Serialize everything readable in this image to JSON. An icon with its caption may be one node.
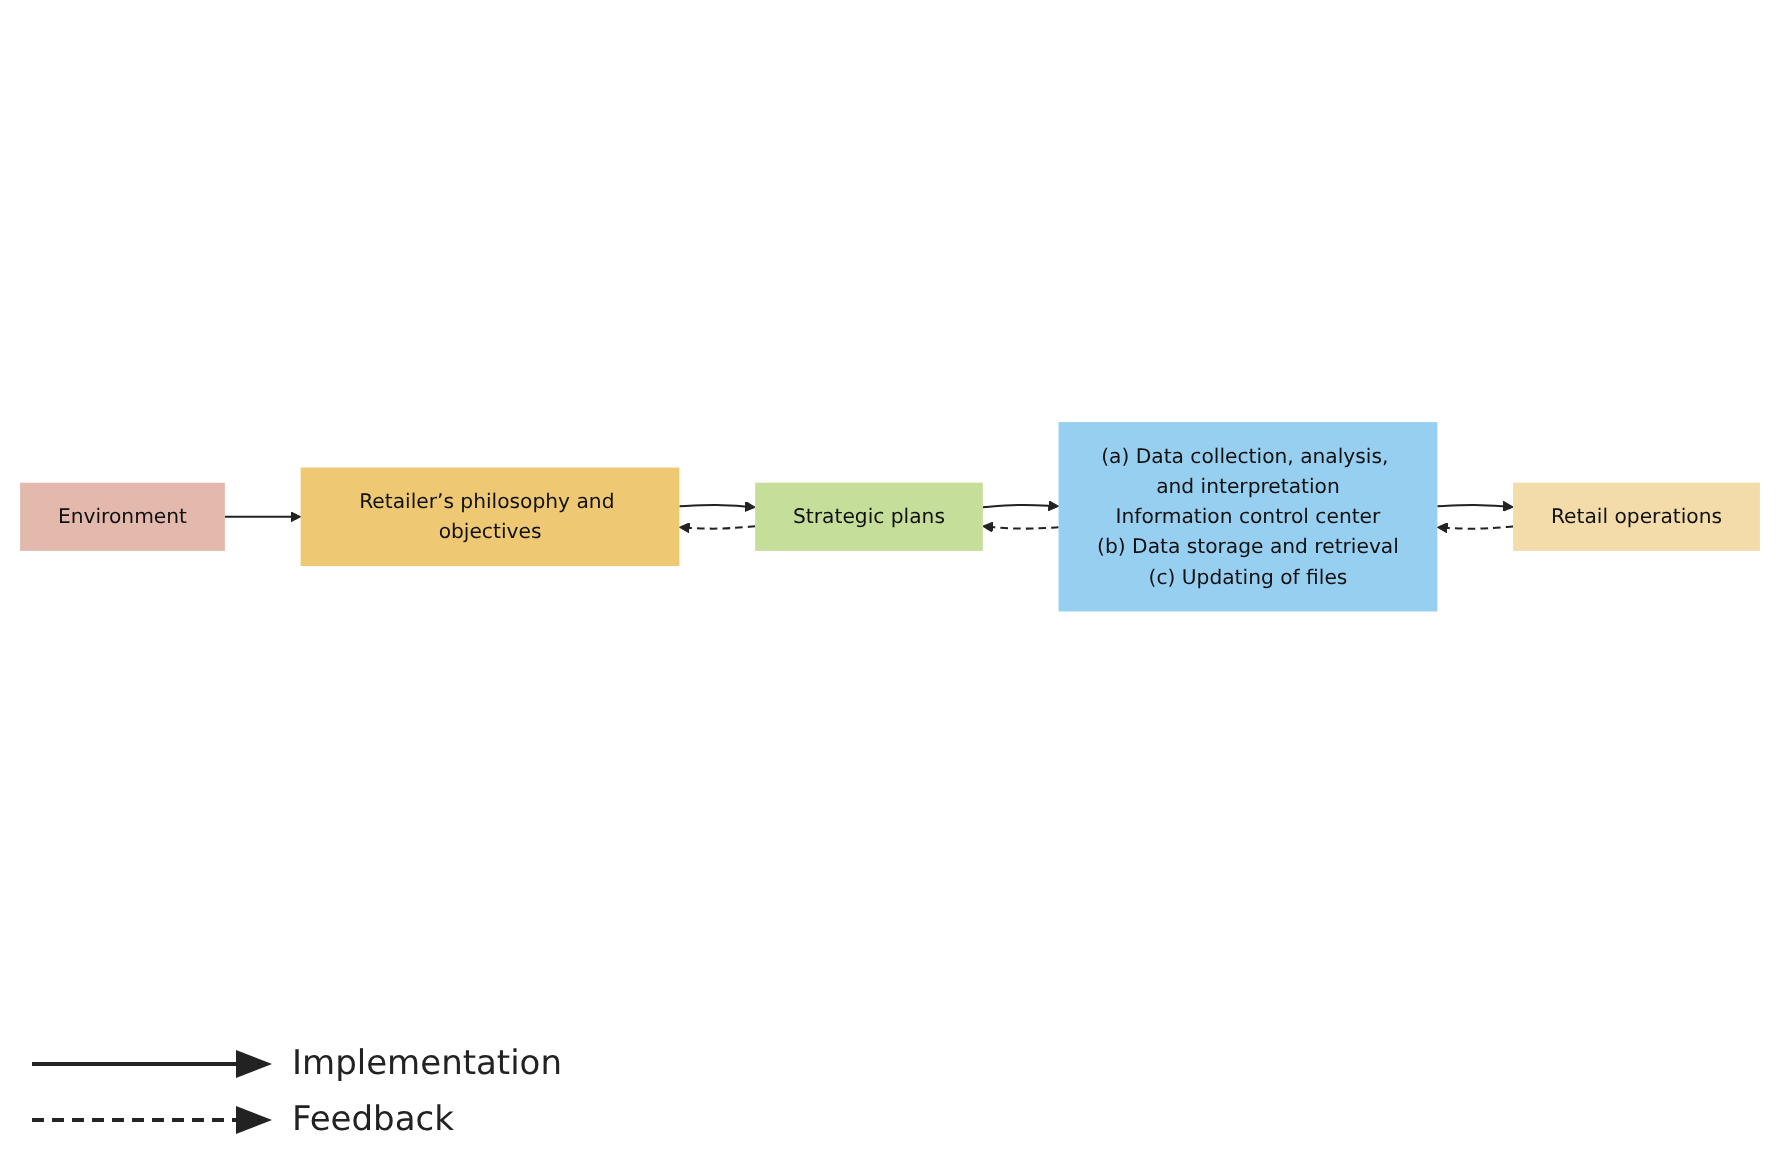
{
  "diagram": {
    "nodes": [
      {
        "text": [
          "Environment"
        ]
      },
      {
        "text": [
          "Retailer’s philosophy and objectives"
        ]
      },
      {
        "text": [
          "Strategic plans"
        ]
      },
      {
        "text": [
          "(a) Data collection, analysis, and interpretation",
          "Information control center",
          "(b) Data storage and retrieval",
          "(c) Updating of files"
        ]
      },
      {
        "text": [
          "Retail operations"
        ]
      }
    ],
    "edges": [
      {
        "from": 0,
        "to": 1,
        "arrow": "to"
      },
      {
        "from": 1,
        "to": 2,
        "arrow": "to"
      },
      {
        "from": 2,
        "to": 1,
        "arrow": "to",
        "style": "dashed"
      },
      {
        "from": 2,
        "to": 3,
        "arrow": "to"
      },
      {
        "from": 3,
        "to": 2,
        "arrow": "to",
        "style": "dashed"
      },
      {
        "from": 3,
        "to": 4,
        "arrow": "to"
      },
      {
        "from": 4,
        "to": 3,
        "arrow": "to",
        "style": "dashed"
      }
    ],
    "legend": [
      {
        "text": "Implementation"
      },
      {
        "text": "Feedback"
      }
    ]
  }
}
